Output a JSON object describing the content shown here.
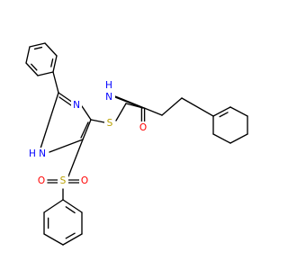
{
  "colors": {
    "bond": "#000000",
    "nitrogen": "#0000FF",
    "oxygen": "#FF0000",
    "sulfur": "#B8A000"
  },
  "atoms": {
    "n_amide": "N",
    "h_amide": "H",
    "o_carbonyl": "O",
    "s_thioether": "S",
    "n_imine": "N",
    "nh_ring": "H",
    "n_ring": "N",
    "s_sulfonyl": "S",
    "o_sulfonyl_1": "O",
    "o_sulfonyl_2": "O"
  }
}
